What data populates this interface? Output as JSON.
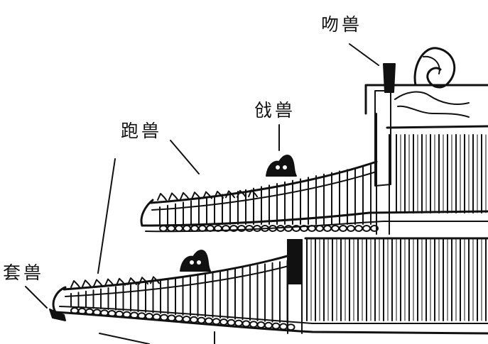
{
  "labels": {
    "wenshou": "吻兽",
    "qiangshou": "戗兽",
    "paoshou": "跑兽",
    "taoshou": "套兽"
  },
  "colors": {
    "ink": "#111111",
    "paper": "#ffffff"
  }
}
